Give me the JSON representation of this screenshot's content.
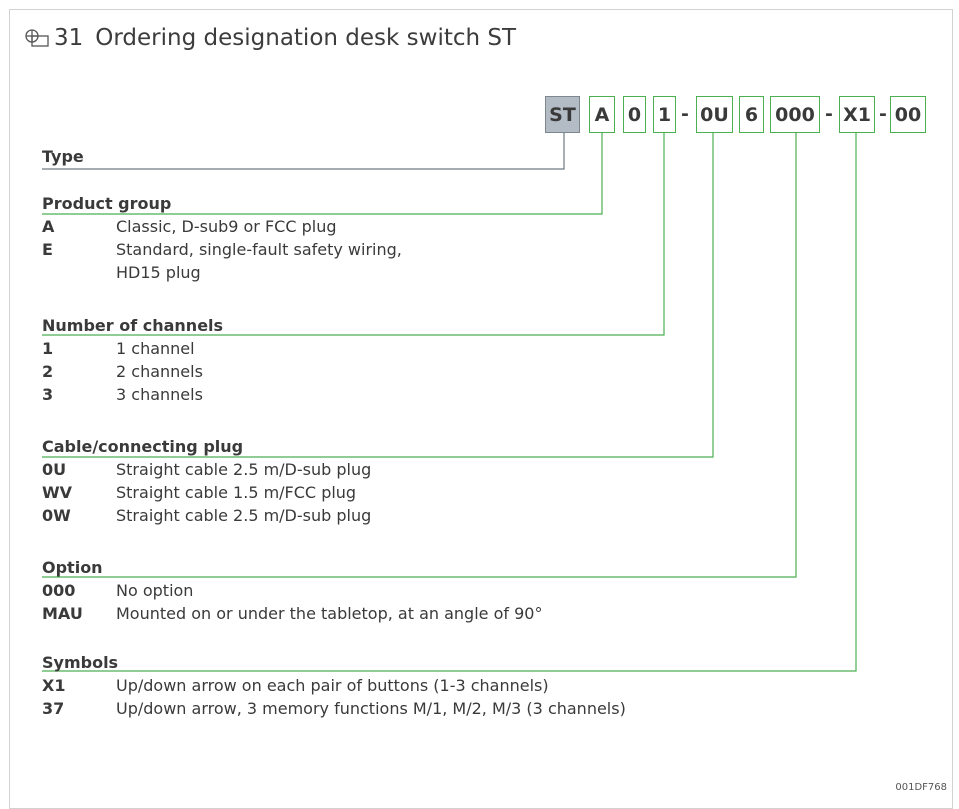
{
  "figure": {
    "number": "31",
    "title": "Ordering designation desk switch ST",
    "image_id_label": "001DF768"
  },
  "code_parts": [
    "ST",
    "A",
    "0",
    "1",
    "-",
    "0U",
    "6",
    "000",
    "-",
    "X1",
    "-",
    "00"
  ],
  "sections": [
    {
      "heading": "Type",
      "rows": []
    },
    {
      "heading": "Product group",
      "rows": [
        {
          "key": "A",
          "value": "Classic, D-sub9 or FCC plug"
        },
        {
          "key": "E",
          "value": "Standard, single-fault safety wiring,"
        },
        {
          "key": "",
          "value": "HD15 plug"
        }
      ]
    },
    {
      "heading": "Number of channels",
      "rows": [
        {
          "key": "1",
          "value": "1 channel"
        },
        {
          "key": "2",
          "value": "2 channels"
        },
        {
          "key": "3",
          "value": "3 channels"
        }
      ]
    },
    {
      "heading": "Cable/connecting plug",
      "rows": [
        {
          "key": "0U",
          "value": "Straight cable 2.5 m/D-sub plug"
        },
        {
          "key": "WV",
          "value": "Straight cable 1.5 m/FCC plug"
        },
        {
          "key": "0W",
          "value": "Straight cable 2.5 m/D-sub plug"
        }
      ]
    },
    {
      "heading": "Option",
      "rows": [
        {
          "key": "000",
          "value": "No option"
        },
        {
          "key": "MAU",
          "value": "Mounted on or under the tabletop, at an angle of 90°"
        }
      ]
    },
    {
      "heading": "Symbols",
      "rows": [
        {
          "key": "X1",
          "value": "Up/down arrow on each pair of buttons (1-3 channels)"
        },
        {
          "key": "37",
          "value": "Up/down arrow, 3 memory functions M/1, M/2, M/3 (3 channels)"
        }
      ]
    }
  ],
  "colors": {
    "accent_green": "#4caf50",
    "type_box_fill": "#b3bcc4",
    "border": "#d2d2d2"
  }
}
